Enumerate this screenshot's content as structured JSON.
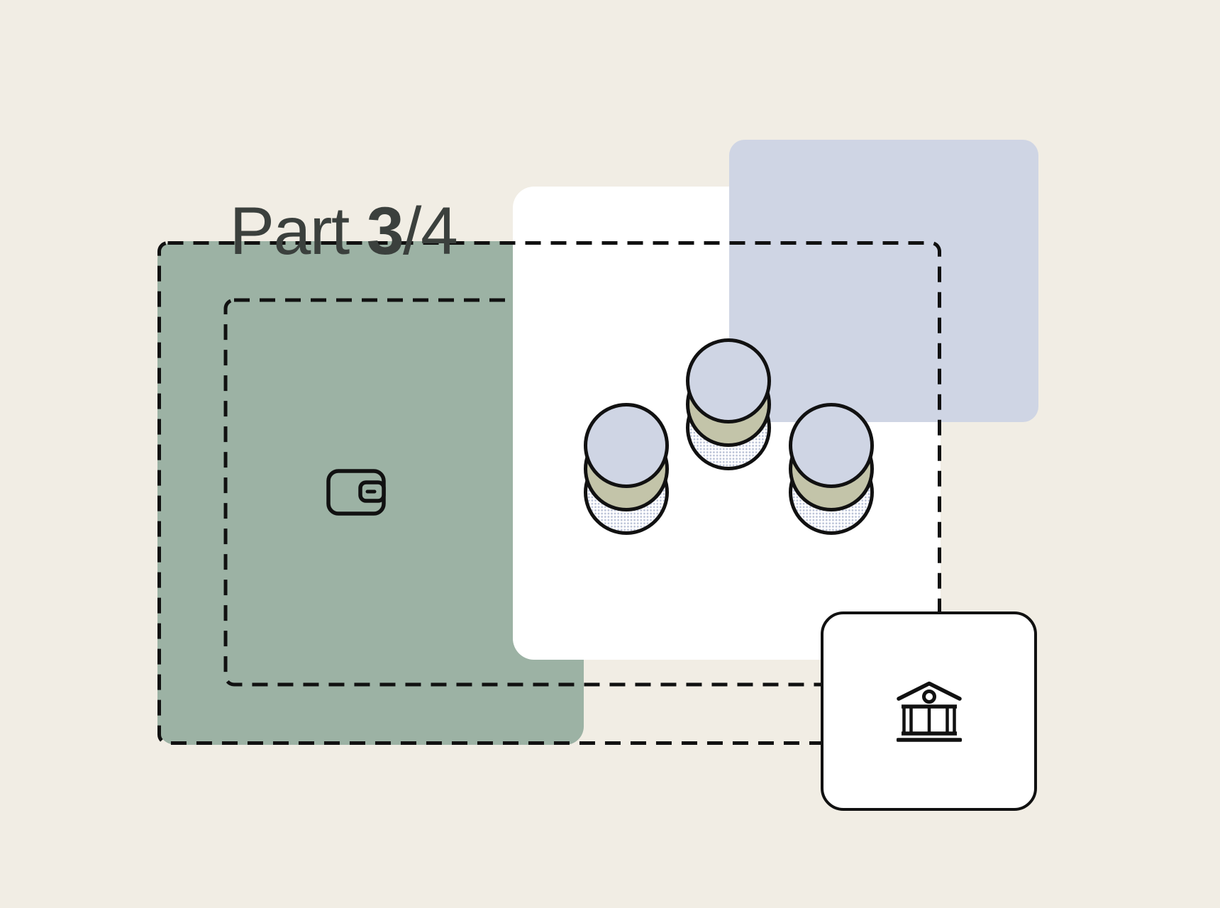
{
  "title": {
    "prefix": "Part ",
    "current": "3",
    "divider": "/",
    "total": "4"
  },
  "step_indicator": {
    "current": "3",
    "total": "4"
  },
  "illustration": {
    "icons": [
      "wallet-icon",
      "coin-stack-icon",
      "bank-icon"
    ],
    "coin_stacks": 3,
    "coins_per_stack": 3
  },
  "colors": {
    "cream": "#f1ede4",
    "sage": "#9cb2a4",
    "lavender": "#cfd5e4",
    "olive": "#c3c4a9",
    "card": "#ffffff",
    "ink": "#111111",
    "title-ink": "#3b403d",
    "dot": "#b9c1d6"
  }
}
